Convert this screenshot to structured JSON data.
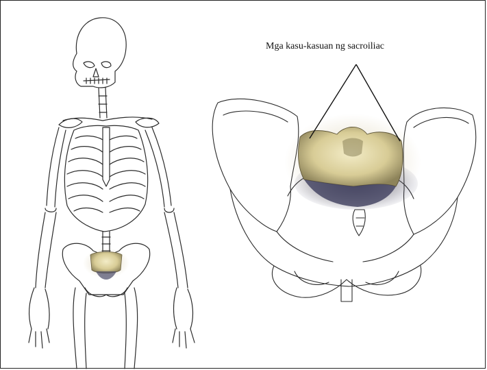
{
  "annotation": {
    "label": "Mga kasu-kasuan ng sacroiliac"
  },
  "colors": {
    "line": "#2a2a2a",
    "bone_highlight": "#e6dcae",
    "bone_shadow": "#4a4a66",
    "frame": "#222222"
  },
  "figures": {
    "left": "full-skeleton-illustration",
    "right": "pelvis-closeup-illustration"
  }
}
